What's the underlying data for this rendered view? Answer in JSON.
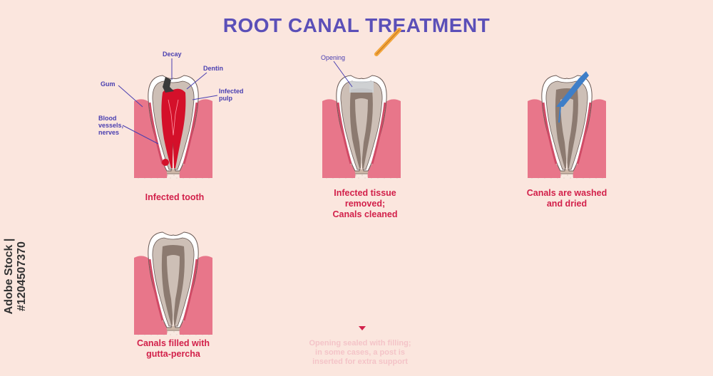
{
  "title": "ROOT CANAL TREATMENT",
  "steps": [
    {
      "label": "Infected tooth"
    },
    {
      "label": "Infected tissue\nremoved;\nCanals cleaned"
    },
    {
      "label": "Canals are  washed\nand dried"
    },
    {
      "label": "Canals filled with\ngutta-percha"
    }
  ],
  "annotations": {
    "decay": "Decay",
    "dentin": "Dentin",
    "gum": "Gum",
    "infected_pulp": "Infected\npulp",
    "blood_vessels": "Blood\nvessels,\nnerves",
    "opening": "Opening"
  },
  "faded_text": "Opening sealed with filling;\nin some cases, a post is\ninserted for extra support",
  "watermark": "Adobe Stock | #1204507370",
  "colors": {
    "title": "#5b4fb8",
    "label": "#d2204a",
    "annotation": "#4a3fb0",
    "gum": "#e8768a",
    "bone": "#f6ebe2",
    "enamel": "#ffffff",
    "dentin": "#cdbfb6",
    "pulp_healthy": "#8c7a70",
    "pulp_infected": "#d4102a",
    "decay": "#3a3a3a",
    "instrument": "#f2a53c",
    "file": "#3e7ec8"
  }
}
